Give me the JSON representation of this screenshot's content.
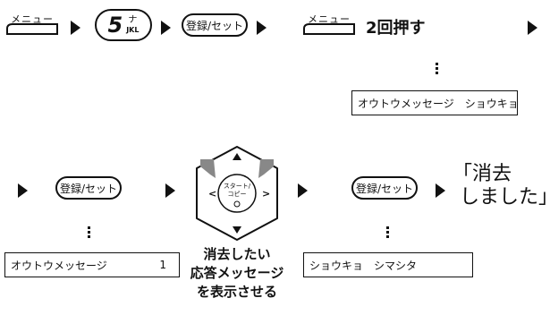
{
  "row1": {
    "menu_label_1": "メニュー",
    "key5_digit": "5",
    "key5_kana": "ナ",
    "key5_letters": "JKL",
    "register_label_1": "登録/セット",
    "menu_label_2": "メニュー",
    "press_twice": "2回押す",
    "display_text": "オウトウメッセージ　ショウキョ"
  },
  "row2": {
    "register_label_left": "登録/セット",
    "display_left_text": "オウトウメッセージ",
    "display_left_number": "1",
    "center_key_line1": "スタート/",
    "center_key_line2": "コピー",
    "caption_line1": "消去したい",
    "caption_line2": "応答メッセージ",
    "caption_line3": "を表示させる",
    "register_label_right": "登録/セット",
    "display_right_text": "ショウキョ　シマシタ",
    "result_line1": "「消去",
    "result_line2": "しました」"
  },
  "colors": {
    "ink": "#111111",
    "pointer_gray": "#8a8a8a"
  }
}
